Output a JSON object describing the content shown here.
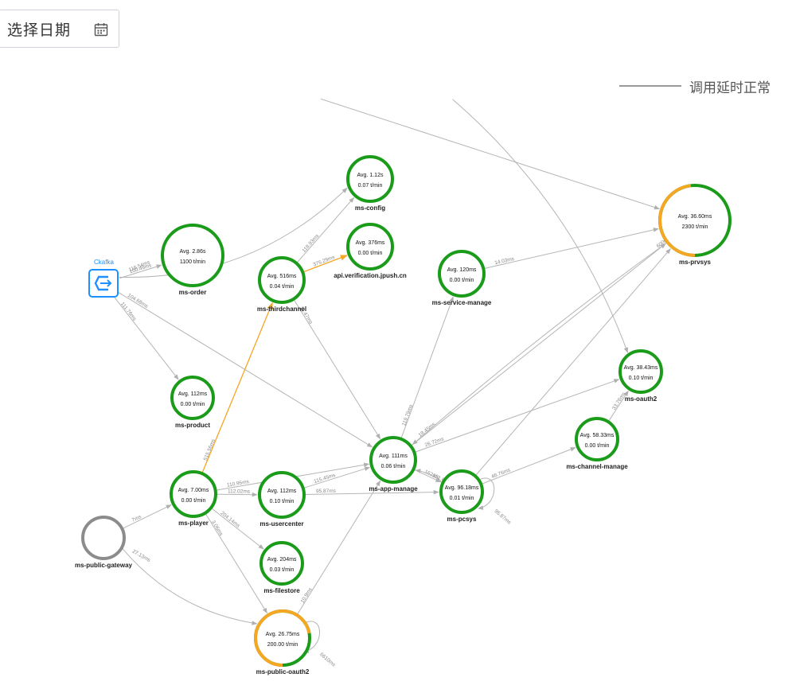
{
  "datepicker": {
    "label": "选择日期",
    "icon": "calendar-icon"
  },
  "legend": {
    "label": "调用延时正常",
    "color": "#999999"
  },
  "colors": {
    "ok": "#1a9b1a",
    "warn": "#f5a623",
    "gateway": "#8c8c8c",
    "kafka": "#1e90ff",
    "edge": "#b5b5b5"
  },
  "kafka": {
    "label": "Ckafka"
  },
  "nodes": [
    {
      "id": "ms-config",
      "name": "ms-config",
      "avg": "Avg. 1.12s",
      "rate": "0.07 t/min",
      "warn": 0
    },
    {
      "id": "api-jpush",
      "name": "api.verification.jpush.cn",
      "avg": "Avg. 376ms",
      "rate": "0.00 t/min",
      "warn": 0
    },
    {
      "id": "ms-order",
      "name": "ms-order",
      "avg": "Avg. 2.86s",
      "rate": "1100 t/min",
      "warn": 0
    },
    {
      "id": "ms-thirdchannel",
      "name": "ms-thirdchannel",
      "avg": "Avg. 516ms",
      "rate": "0.04 t/min",
      "warn": 0
    },
    {
      "id": "ms-service-manage",
      "name": "ms-service-manage",
      "avg": "Avg. 120ms",
      "rate": "0.00 t/min",
      "warn": 0
    },
    {
      "id": "ms-prvsys",
      "name": "ms-prvsys",
      "avg": "Avg. 36.60ms",
      "rate": "2300 t/min",
      "warn": 0.48
    },
    {
      "id": "ms-oauth2",
      "name": "ms-oauth2",
      "avg": "Avg. 38.43ms",
      "rate": "0.10 t/min",
      "warn": 0
    },
    {
      "id": "ms-product",
      "name": "ms-product",
      "avg": "Avg. 112ms",
      "rate": "0.00 t/min",
      "warn": 0
    },
    {
      "id": "ms-channel-manage",
      "name": "ms-channel-manage",
      "avg": "Avg. 58.33ms",
      "rate": "0.00 t/min",
      "warn": 0
    },
    {
      "id": "ms-app-manage",
      "name": "ms-app-manage",
      "avg": "Avg. 111ms",
      "rate": "0.06 t/min",
      "warn": 0
    },
    {
      "id": "ms-pcsys",
      "name": "ms-pcsys",
      "avg": "Avg. 96.18ms",
      "rate": "0.01 t/min",
      "warn": 0
    },
    {
      "id": "ms-player",
      "name": "ms-player",
      "avg": "Avg. 7.00ms",
      "rate": "0.00 t/min",
      "warn": 0
    },
    {
      "id": "ms-usercenter",
      "name": "ms-usercenter",
      "avg": "Avg. 112ms",
      "rate": "0.10 t/min",
      "warn": 0
    },
    {
      "id": "ms-filestore",
      "name": "ms-filestore",
      "avg": "Avg. 204ms",
      "rate": "0.03 t/min",
      "warn": 0
    },
    {
      "id": "ms-public-gateway",
      "name": "ms-public-gateway",
      "avg": "",
      "rate": "",
      "warn": 0
    },
    {
      "id": "ms-public-oauth2",
      "name": "ms-public-oauth2",
      "avg": "Avg. 26.75ms",
      "rate": "200.00 t/min",
      "warn": 0.72
    }
  ],
  "edges": [
    {
      "from": "kafka",
      "to": "ms-config",
      "label": "116.54ms"
    },
    {
      "from": "kafka",
      "to": "ms-order",
      "label": "100.49ms"
    },
    {
      "from": "kafka",
      "to": "ms-app-manage",
      "label": "104.68ms"
    },
    {
      "from": "kafka",
      "to": "ms-product",
      "label": "111.76ms"
    },
    {
      "from": "ms-thirdchannel",
      "to": "ms-config",
      "label": "118.93ms"
    },
    {
      "from": "ms-thirdchannel",
      "to": "api-jpush",
      "label": "376.29ms",
      "warn": true
    },
    {
      "from": "ms-thirdchannel",
      "to": "ms-app-manage",
      "label": "11.47ms"
    },
    {
      "from": "ms-player",
      "to": "ms-thirdchannel",
      "label": "515.56ms",
      "warn": true
    },
    {
      "from": "ms-service-manage",
      "to": "ms-prvsys",
      "label": "14.03ms"
    },
    {
      "from": "ms-app-manage",
      "to": "ms-service-manage",
      "label": "119.79ms"
    },
    {
      "from": "ms-app-manage",
      "to": "ms-prvsys",
      "label": "18.45ms"
    },
    {
      "from": "ms-pcsys",
      "to": "ms-prvsys",
      "label": ""
    },
    {
      "from": "ms-prvsys",
      "to": "ms-app-manage",
      "label": "600ms"
    },
    {
      "from": "ms-app-manage",
      "to": "ms-oauth2",
      "label": "26.72ms"
    },
    {
      "from": "ms-channel-manage",
      "to": "ms-oauth2",
      "label": "33.76ms"
    },
    {
      "from": "ms-pcsys",
      "to": "ms-channel-manage",
      "label": "48.76ms"
    },
    {
      "from": "ms-app-manage",
      "to": "ms-pcsys",
      "label": "162ms"
    },
    {
      "from": "ms-pcsys",
      "to": "ms-app-manage",
      "label": "151.69 ms"
    },
    {
      "from": "ms-pcsys",
      "to": "ms-pcsys",
      "label": "95.87ms"
    },
    {
      "from": "ms-player",
      "to": "ms-app-manage",
      "label": "110.95ms"
    },
    {
      "from": "ms-player",
      "to": "ms-usercenter",
      "label": "112.02ms"
    },
    {
      "from": "ms-usercenter",
      "to": "ms-app-manage",
      "label": "115.45ms"
    },
    {
      "from": "ms-usercenter",
      "to": "ms-pcsys",
      "label": "95.87ms"
    },
    {
      "from": "ms-player",
      "to": "ms-filestore",
      "label": "204.14ms"
    },
    {
      "from": "ms-player",
      "to": "ms-public-oauth2",
      "label": "3.06ms"
    },
    {
      "from": "ms-public-gateway",
      "to": "ms-player",
      "label": "7ms"
    },
    {
      "from": "ms-public-gateway",
      "to": "ms-public-oauth2",
      "label": "27.13ms"
    },
    {
      "from": "ms-public-oauth2",
      "to": "ms-app-manage",
      "label": "10.9ms"
    },
    {
      "from": "ms-public-oauth2",
      "to": "ms-public-oauth2",
      "label": "6610ms"
    },
    {
      "from": "offscreen-1",
      "to": "ms-prvsys",
      "label": ""
    },
    {
      "from": "offscreen-2",
      "to": "ms-oauth2",
      "label": ""
    }
  ]
}
